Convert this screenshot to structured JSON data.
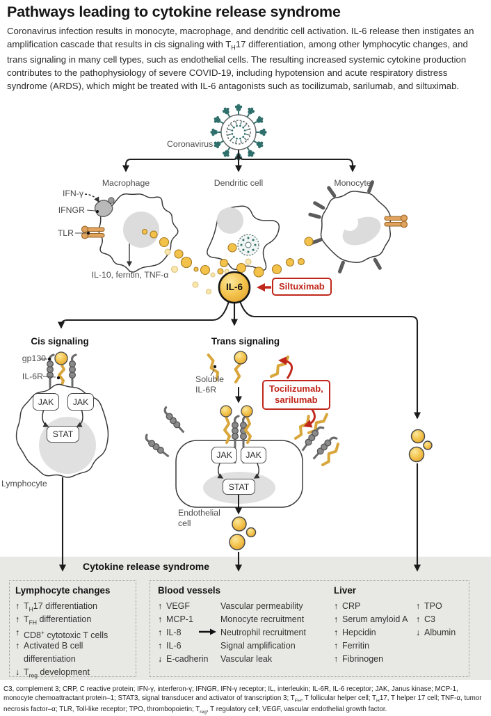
{
  "colors": {
    "accent_red": "#c0271b",
    "cytokine_yellow": "#f3c24a",
    "virus_teal": "#2f6f6b",
    "panel_gray": "#e8e8e5",
    "receptor_orange": "#e0a35e"
  },
  "header": {
    "title": "Pathways leading to cytokine release syndrome",
    "intro": "Coronavirus infection results in monocyte, macrophage, and dendritic cell activation. IL-6 release then instigates an amplification cascade that results in cis signaling with T~H~17 differentiation, among other lymphocytic changes, and trans signaling in many cell types, such as endothelial cells. The resulting increased systemic cytokine production contributes to the pathophysiology of severe COVID-19, including hypotension and acute respiratory distress syndrome (ARDS), which might be treated with IL-6 antagonists such as tocilizumab, sarilumab, and siltuximab."
  },
  "diagram": {
    "coronavirus": "Coronavirus",
    "macrophage": "Macrophage",
    "dendritic_cell": "Dendritic cell",
    "monocyte": "Monocyte",
    "ifn_gamma": "IFN-γ",
    "ifngr": "IFNGR",
    "tlr": "TLR",
    "secretion": "IL-10, ferritin, TNF-α",
    "il6": "IL-6",
    "siltuximab": "Siltuximab",
    "cis_heading": "Cis signaling",
    "gp130": "gp130",
    "il6r": "IL-6R",
    "jak": "JAK",
    "stat": "STAT",
    "lymphocyte": "Lymphocyte",
    "trans_heading": "Trans signaling",
    "soluble_il6r": "Soluble IL-6R",
    "tocilizumab": "Tocilizumab,",
    "sarilumab": "sarilumab",
    "endothelial_cell": "Endothelial cell"
  },
  "crs": {
    "title": "Cytokine release syndrome",
    "lymphocyte_changes": {
      "heading": "Lymphocyte changes",
      "items": [
        {
          "m": "↑",
          "t": "T~H~17 differentiation"
        },
        {
          "m": "↑",
          "t": "T~FH~ differentiation"
        },
        {
          "m": "↑",
          "t": "CD8^+^ cytotoxic T cells"
        },
        {
          "m": "↑",
          "t": "Activated B cell"
        },
        {
          "m": "",
          "t": "differentiation"
        },
        {
          "m": "↓",
          "t": "T~reg~ development"
        }
      ]
    },
    "blood_vessels": {
      "heading": "Blood vessels",
      "mediators": [
        {
          "m": "↑",
          "t": "VEGF"
        },
        {
          "m": "↑",
          "t": "MCP-1"
        },
        {
          "m": "↑",
          "t": "IL-8"
        },
        {
          "m": "↑",
          "t": "IL-6"
        },
        {
          "m": "↓",
          "t": "E-cadherin"
        }
      ],
      "effects": [
        {
          "t": "Vascular permeability"
        },
        {
          "t": "Monocyte recruitment"
        },
        {
          "t": "Neutrophil recruitment"
        },
        {
          "t": "Signal amplification"
        },
        {
          "t": "Vascular leak"
        }
      ]
    },
    "liver": {
      "heading": "Liver",
      "items_left": [
        {
          "m": "↑",
          "t": "CRP"
        },
        {
          "m": "↑",
          "t": "Serum amyloid A"
        },
        {
          "m": "↑",
          "t": "Hepcidin"
        },
        {
          "m": "↑",
          "t": "Ferritin"
        },
        {
          "m": "↑",
          "t": "Fibrinogen"
        }
      ],
      "items_right": [
        {
          "m": "↑",
          "t": "TPO"
        },
        {
          "m": "↑",
          "t": "C3"
        },
        {
          "m": "↓",
          "t": "Albumin"
        }
      ]
    }
  },
  "footnote": "C3, complement 3; CRP, C reactive protein; IFN-γ, interferon-γ; IFNGR, IFN-γ receptor; IL, interleukin; IL-6R, IL-6 receptor; JAK, Janus kinase; MCP-1, monocyte chemoattractant protein–1; STAT3, signal transducer and activator of transcription 3; T~FH~, T follicular helper cell; T~H~17, T helper 17 cell; TNF-α, tumor necrosis factor–α; TLR, Toll-like receptor; TPO, thrombopoietin; T~reg~, T regulatory cell; VEGF, vascular endothelial growth factor."
}
